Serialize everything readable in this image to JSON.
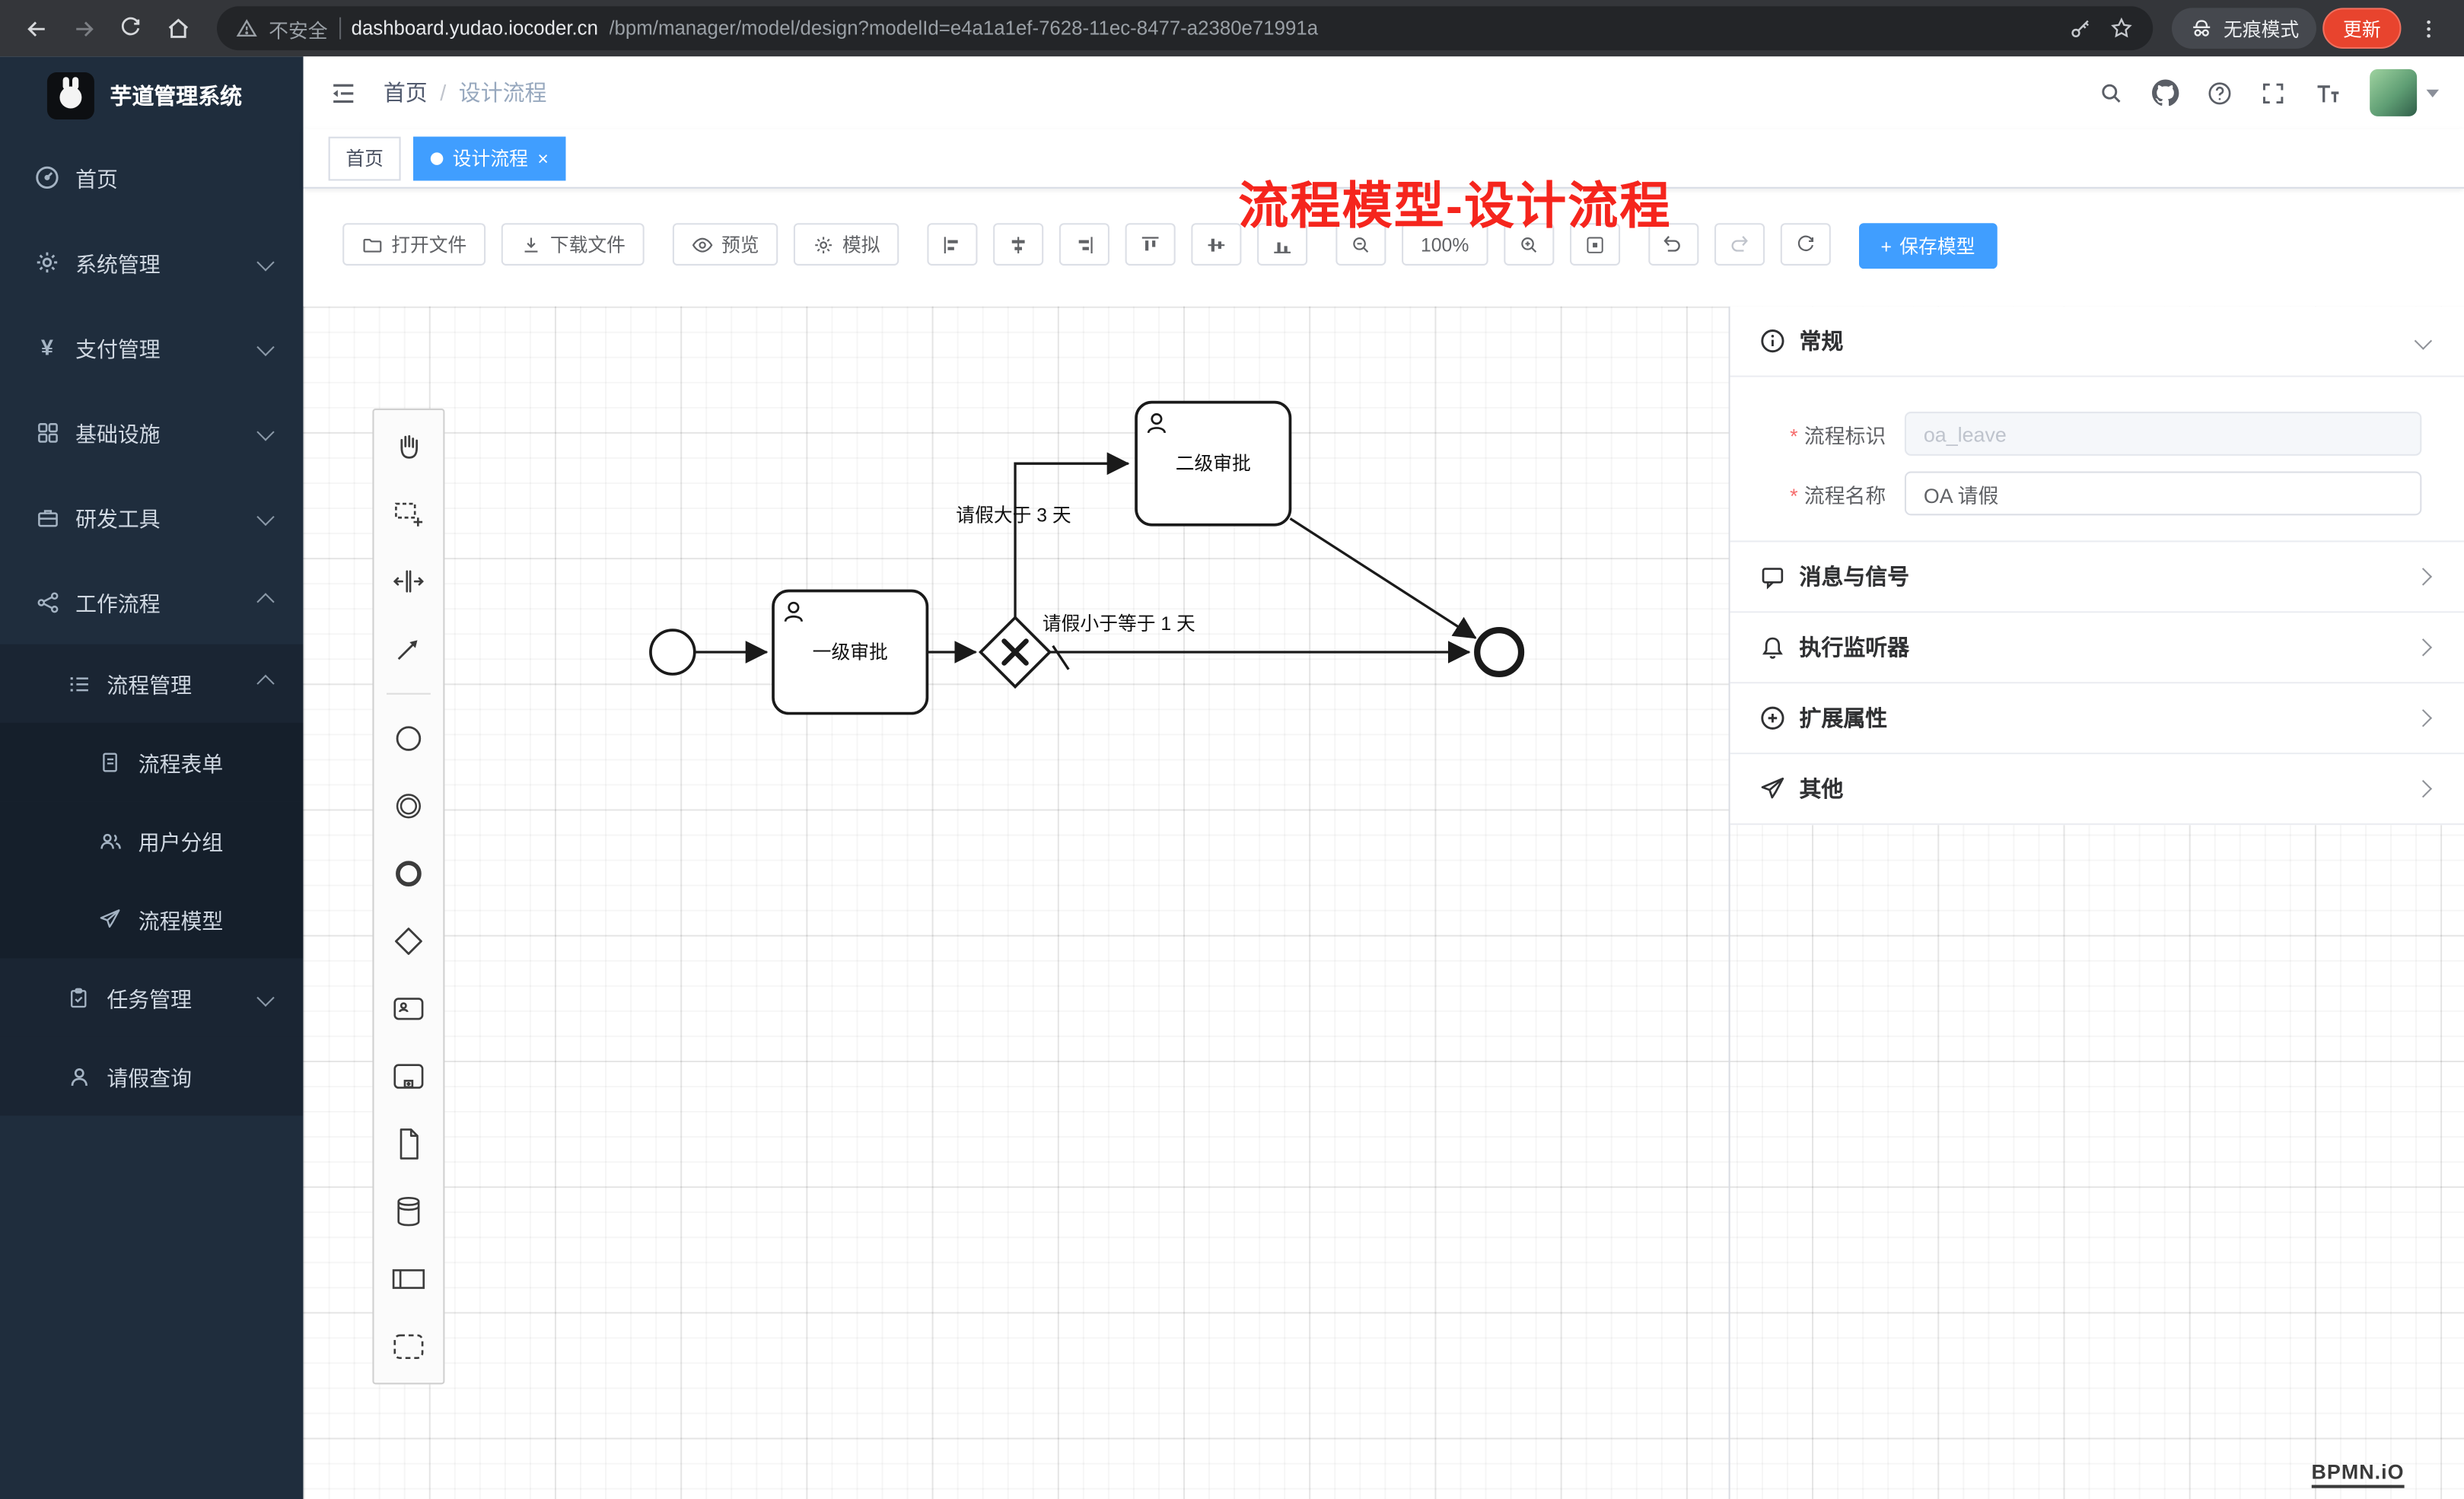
{
  "colors": {
    "accent": "#409eff",
    "update_button": "#e8442e",
    "annotation": "#f5251d",
    "sidebar_bg": "#1f2d3d"
  },
  "browser": {
    "security_label": "不安全",
    "url_host": "dashboard.yudao.iocoder.cn",
    "url_path": "/bpm/manager/model/design?modelId=e4a1a1ef-7628-11ec-8477-a2380e71991a",
    "incognito_label": "无痕模式",
    "update_label": "更新"
  },
  "sidebar": {
    "app_title": "芋道管理系统",
    "payment_icon": "¥",
    "items": [
      {
        "label": "首页"
      },
      {
        "label": "系统管理"
      },
      {
        "label": "支付管理"
      },
      {
        "label": "基础设施"
      },
      {
        "label": "研发工具"
      },
      {
        "label": "工作流程"
      },
      {
        "label": "流程管理"
      },
      {
        "label": "流程表单"
      },
      {
        "label": "用户分组"
      },
      {
        "label": "流程模型"
      },
      {
        "label": "任务管理"
      },
      {
        "label": "请假查询"
      }
    ]
  },
  "header": {
    "breadcrumb_root": "首页",
    "breadcrumb_sep": "/",
    "breadcrumb_current": "设计流程",
    "annotation": "流程模型-设计流程"
  },
  "tabs": [
    {
      "label": "首页"
    },
    {
      "label": "设计流程",
      "close": "×"
    }
  ],
  "toolbar": {
    "open": "打开文件",
    "download": "下载文件",
    "preview": "预览",
    "simulate": "模拟",
    "zoom_level": "100%",
    "save_plus": "+",
    "save": "保存模型"
  },
  "diagram": {
    "task1_label": "一级审批",
    "task2_label": "二级审批",
    "flow_gt_label": "请假大于 3 天",
    "flow_le_label": "请假小于等于 1 天"
  },
  "canvas": {
    "watermark": "BPMN.iO"
  },
  "panel": {
    "sections": {
      "general": "常规",
      "message": "消息与信号",
      "listener": "执行监听器",
      "extension": "扩展属性",
      "other": "其他"
    },
    "general_form": {
      "key_label": "流程标识",
      "key_value": "oa_leave",
      "name_label": "流程名称",
      "name_value": "OA 请假"
    }
  }
}
